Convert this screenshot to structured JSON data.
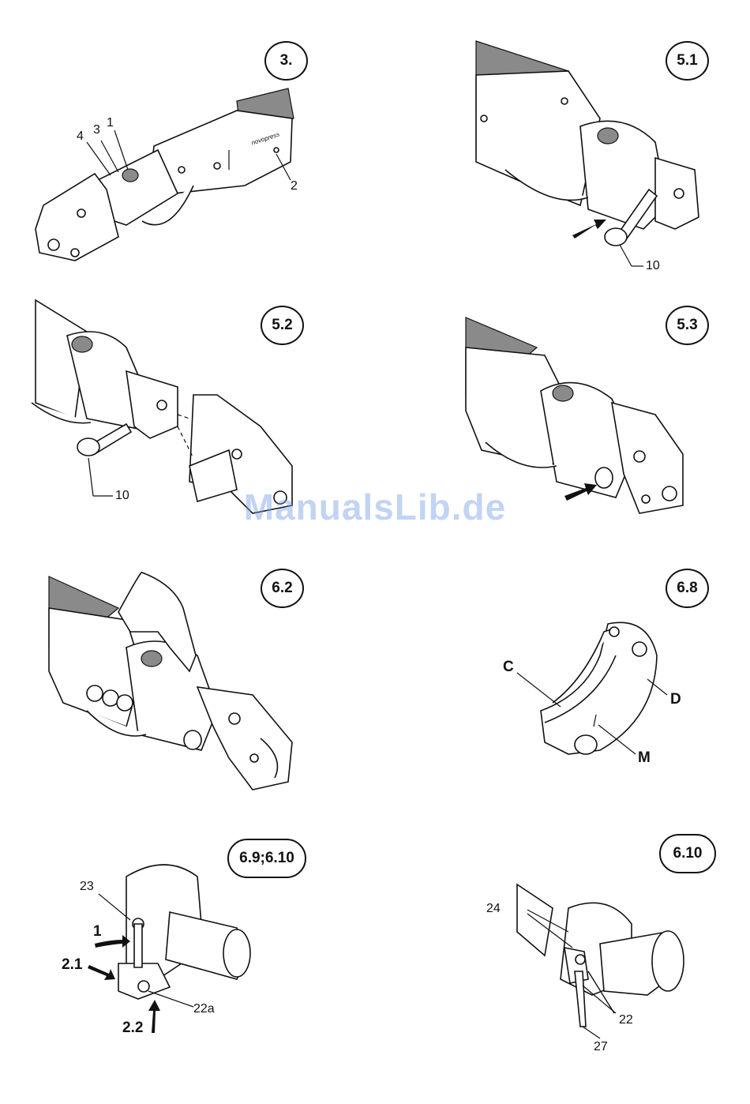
{
  "figures": [
    {
      "badge": "3.",
      "callouts": [
        "1",
        "3",
        "4",
        "2"
      ]
    },
    {
      "badge": "5.1",
      "callouts": [
        "10"
      ]
    },
    {
      "badge": "5.2",
      "callouts": [
        "10"
      ]
    },
    {
      "badge": "5.3",
      "callouts": []
    },
    {
      "badge": "6.2",
      "callouts": []
    },
    {
      "badge": "6.8",
      "callouts": [
        "C",
        "D",
        "M"
      ]
    },
    {
      "badge": "6.9;6.10",
      "callouts": [
        "23",
        "1",
        "2.1",
        "22a",
        "2.2"
      ]
    },
    {
      "badge": "6.10",
      "callouts": [
        "24",
        "22",
        "27"
      ]
    }
  ],
  "tool_brand_text": "novopress",
  "watermark": "ManualsLib.de"
}
